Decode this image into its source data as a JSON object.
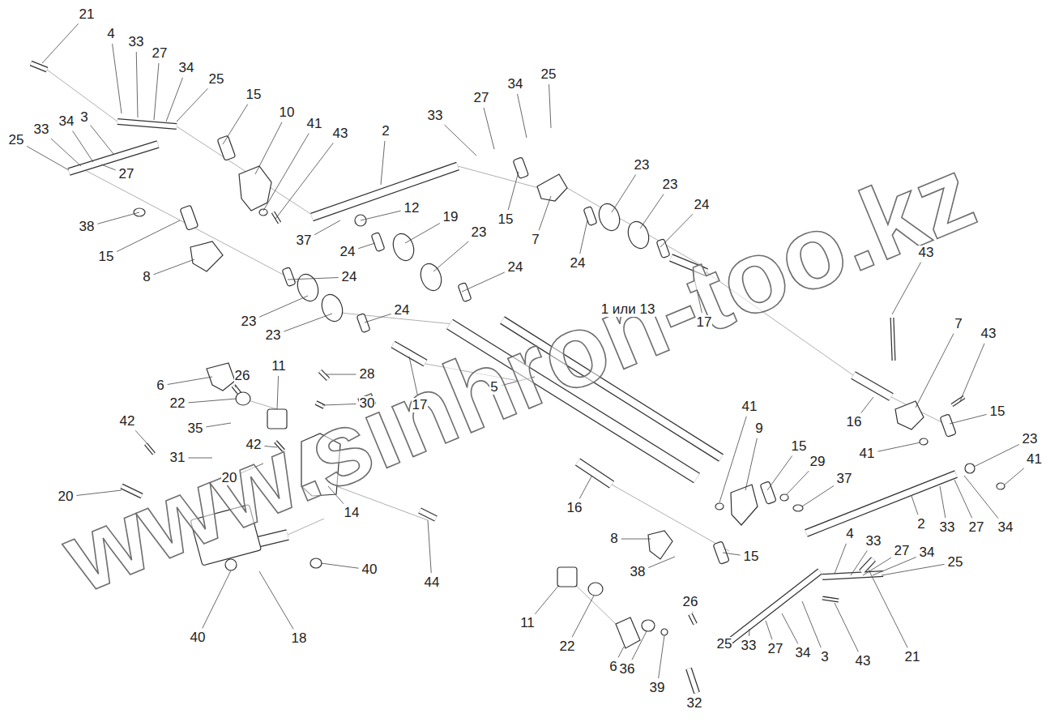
{
  "diagram": {
    "labels": [
      "21",
      "4",
      "33",
      "27",
      "34",
      "25",
      "25",
      "33",
      "34",
      "3",
      "27",
      "38",
      "15",
      "8",
      "15",
      "10",
      "41",
      "43",
      "37",
      "2",
      "12",
      "19",
      "33",
      "27",
      "34",
      "25",
      "15",
      "7",
      "24",
      "23",
      "23",
      "24",
      "23",
      "24",
      "24",
      "24",
      "23",
      "23",
      "24",
      "1 или 13",
      "17",
      "28",
      "30",
      "26",
      "11",
      "6",
      "22",
      "35",
      "17",
      "5",
      "42",
      "31",
      "42",
      "20",
      "20",
      "14",
      "44",
      "40",
      "40",
      "18",
      "43",
      "7",
      "43",
      "16",
      "41",
      "15",
      "41",
      "9",
      "15",
      "29",
      "37",
      "23",
      "41",
      "2",
      "33",
      "27",
      "34",
      "16",
      "8",
      "38",
      "15",
      "4",
      "33",
      "27",
      "34",
      "25",
      "11",
      "22",
      "6",
      "36",
      "39",
      "32",
      "26",
      "25",
      "33",
      "27",
      "34",
      "3",
      "43",
      "21",
      "www.sinhron-too.kz"
    ]
  }
}
